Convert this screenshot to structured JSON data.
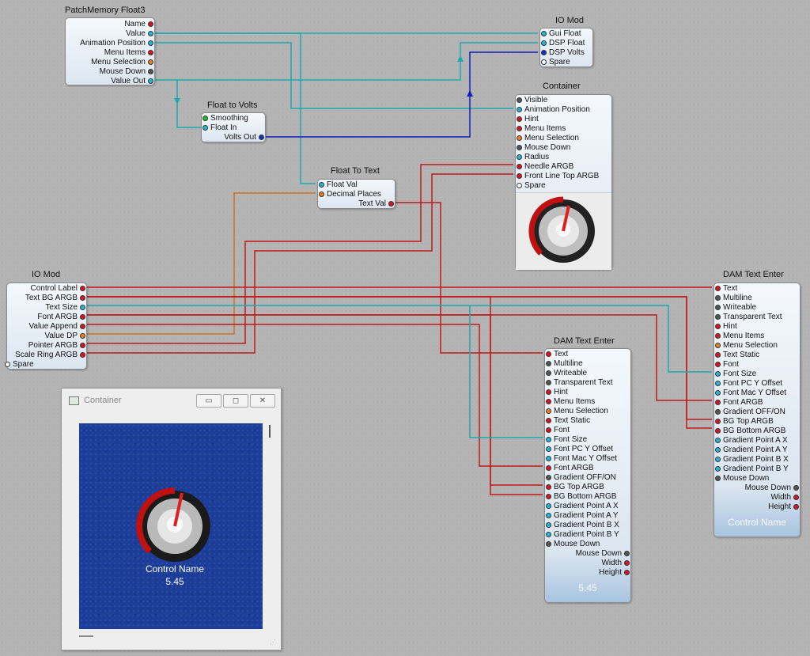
{
  "modules": {
    "patch_memory": {
      "title": "PatchMemory Float3",
      "pins": [
        "Name",
        "Value",
        "Animation Position",
        "Menu Items",
        "Menu Selection",
        "Mouse Down",
        "Value Out"
      ]
    },
    "io_mod_top": {
      "title": "IO Mod",
      "pins": [
        "Gui Float",
        "DSP Float",
        "DSP Volts",
        "Spare"
      ]
    },
    "float_to_volts": {
      "title": "Float to Volts",
      "pins": [
        "Smoothing",
        "Float In",
        "Volts Out"
      ]
    },
    "container": {
      "title": "Container",
      "pins": [
        "Visible",
        "Animation Position",
        "Hint",
        "Menu Items",
        "Menu Selection",
        "Mouse Down",
        "Radius",
        "Needle ARGB",
        "Front Line Top ARGB",
        "Spare"
      ]
    },
    "float_to_text": {
      "title": "Float To Text",
      "pins": [
        "Float Val",
        "Decimal Places",
        "Text Val"
      ]
    },
    "io_mod_left": {
      "title": "IO Mod",
      "pins": [
        "Control Label",
        "Text BG ARGB",
        "Text Size",
        "Font ARGB",
        "Value Append",
        "Value DP",
        "Pointer ARGB",
        "Scale Ring ARGB",
        "Spare"
      ]
    },
    "dam_center": {
      "title": "DAM Text Enter",
      "pins": [
        "Text",
        "Multiline",
        "Writeable",
        "Transparent Text",
        "Hint",
        "Menu Items",
        "Menu Selection",
        "Text Static",
        "Font",
        "Font Size",
        "Font PC Y Offset",
        "Font Mac Y Offset",
        "Font ARGB",
        "Gradient OFF/ON",
        "BG Top ARGB",
        "BG Bottom ARGB",
        "Gradient Point A X",
        "Gradient Point A Y",
        "Gradient Point B X",
        "Gradient Point B Y",
        "Mouse Down",
        "Mouse Down",
        "Width",
        "Height"
      ],
      "display": "5.45"
    },
    "dam_right": {
      "title": "DAM Text Enter",
      "pins": [
        "Text",
        "Multiline",
        "Writeable",
        "Transparent Text",
        "Hint",
        "Menu Items",
        "Menu Selection",
        "Text Static",
        "Font",
        "Font Size",
        "Font PC Y Offset",
        "Font Mac Y Offset",
        "Font ARGB",
        "Gradient OFF/ON",
        "BG Top ARGB",
        "BG Bottom ARGB",
        "Gradient Point A X",
        "Gradient Point A Y",
        "Gradient Point B X",
        "Gradient Point B Y",
        "Mouse Down",
        "Mouse Down",
        "Width",
        "Height"
      ],
      "display": "Control Name"
    }
  },
  "window": {
    "title": "Container",
    "label": "Control Name",
    "value": "5.45",
    "buttons": [
      "▭",
      "◻",
      "✕"
    ]
  },
  "colors": {
    "red_wire": "#c01818",
    "cyan_wire": "#20a8b0",
    "blue_wire": "#1020c0",
    "orange_wire": "#d07020"
  }
}
